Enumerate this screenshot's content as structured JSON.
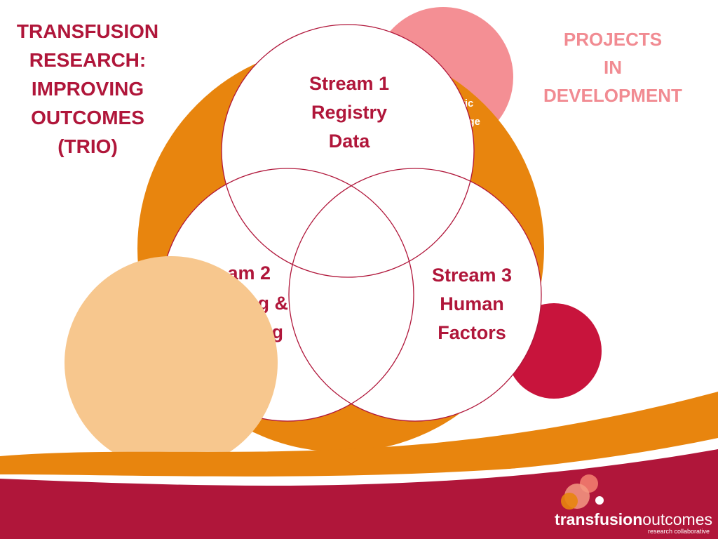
{
  "slide": {
    "title_lines": [
      "TRANSFUSION",
      "RESEARCH:",
      "IMPROVING",
      "OUTCOMES",
      "(TRIO)"
    ],
    "projects_lines": [
      "PROJECTS",
      "IN",
      "DEVELOPMENT"
    ]
  },
  "venn": {
    "stream1": [
      "Stream 1",
      "Registry",
      "Data"
    ],
    "stream2": [
      "am 2",
      "g &",
      "g"
    ],
    "stream3": [
      "Stream 3",
      "Human",
      "Factors"
    ],
    "hidden_pink_text": [
      "tric",
      "hage"
    ]
  },
  "logo": {
    "brand_bold": "transfusion",
    "brand_light": "outcomes",
    "tagline": "research collaborative"
  },
  "colors": {
    "maroon": "#b0163a",
    "orange": "#e8850e",
    "pink_light": "#f48f94",
    "crimson": "#c8143c",
    "peach": "#f7c78e",
    "projects_pink": "#f18b92"
  }
}
